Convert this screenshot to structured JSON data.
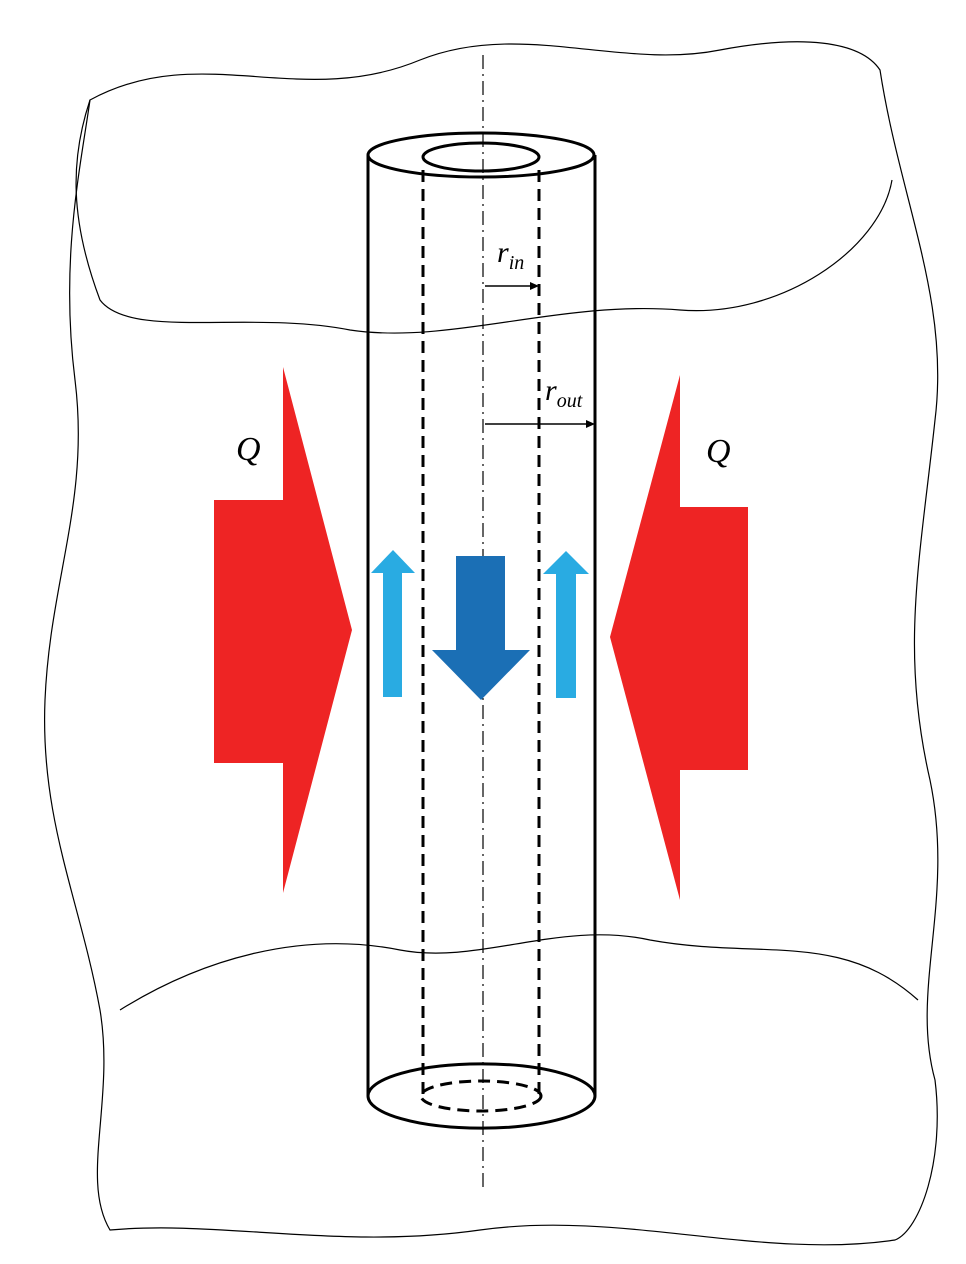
{
  "labels": {
    "heat_left": "Q",
    "heat_right": "Q",
    "inner_radius_symbol": "r",
    "inner_radius_subscript": "in",
    "outer_radius_symbol": "r",
    "outer_radius_subscript": "out"
  },
  "colors": {
    "heat_arrow": "#ee2424",
    "annulus_upflow": "#29abe2",
    "center_downflow": "#1b6fb5",
    "lines": "#000000"
  },
  "icons": {
    "heat_arrow": "arrow-right-icon",
    "upflow": "arrow-up-icon",
    "downflow": "arrow-down-icon"
  }
}
